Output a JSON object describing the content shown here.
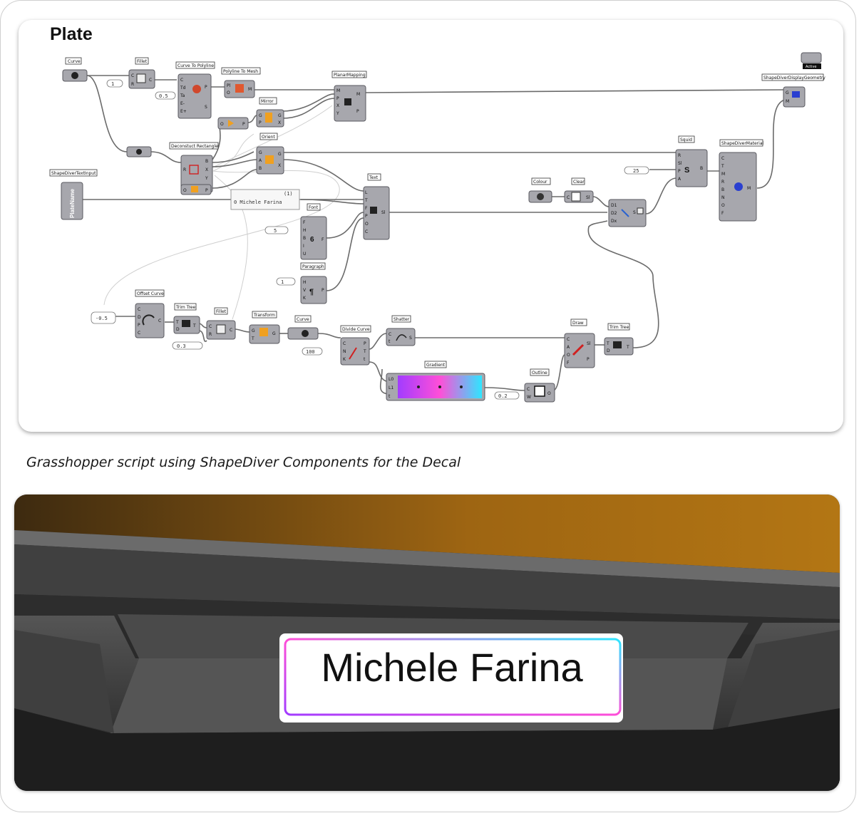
{
  "canvas": {
    "title": "Plate",
    "components": {
      "curve1": "Curve",
      "fillet1": "Fillet",
      "curve_to_polyline": "Curve To Polyline",
      "polyline_to_mesh": "Polyline To Mesh",
      "planar_mapping": "PlanarMapping",
      "mirror": "Mirror",
      "orient": "Orient",
      "deconstruct_rectangle": "Deconstuct Rectangle",
      "text_input": "ShapeDiverTextInput",
      "text_input_nick": "PlateName",
      "text": "Text",
      "font": "Font",
      "paragraph": "Paragraph",
      "offset_curve": "Offset Curve",
      "trim_tree1": "Trim Tree",
      "fillet2": "Fillet",
      "transform": "Transform",
      "curve2": "Curve",
      "divide_curve": "Divide Curve",
      "shatter": "Shatter",
      "gradient": "Gradient",
      "outline": "Outline",
      "draw": "Draw",
      "trim_tree2": "Trim Tree",
      "colour": "Colour",
      "clear": "Clear",
      "squid": "Squid",
      "material": "ShapeDiverMaterial",
      "display_geometry": "ShapeDiverDisplayGeometry",
      "active_badge": "Active"
    },
    "values": {
      "v_one": "1",
      "v_half": "0.5",
      "v_five": "5",
      "v_one_b": "1",
      "v_neg_half": "-0.5",
      "v_three_tenths": "0.3",
      "v_hundred": "100",
      "v_twenty_five": "25",
      "v_two_tenths": "0.2",
      "panel_index": "(1)",
      "panel_text": "0 Michele Farina"
    }
  },
  "caption": "Grasshopper script using ShapeDiver Components for the Decal",
  "render": {
    "plate_text": "Michele Farina",
    "colors": {
      "amber": "#b0720e",
      "dark_grey": "#3a3a3a",
      "gradient_start": "#9b4dff",
      "gradient_mid": "#ff4fd8",
      "gradient_end": "#2ee6ff"
    }
  }
}
